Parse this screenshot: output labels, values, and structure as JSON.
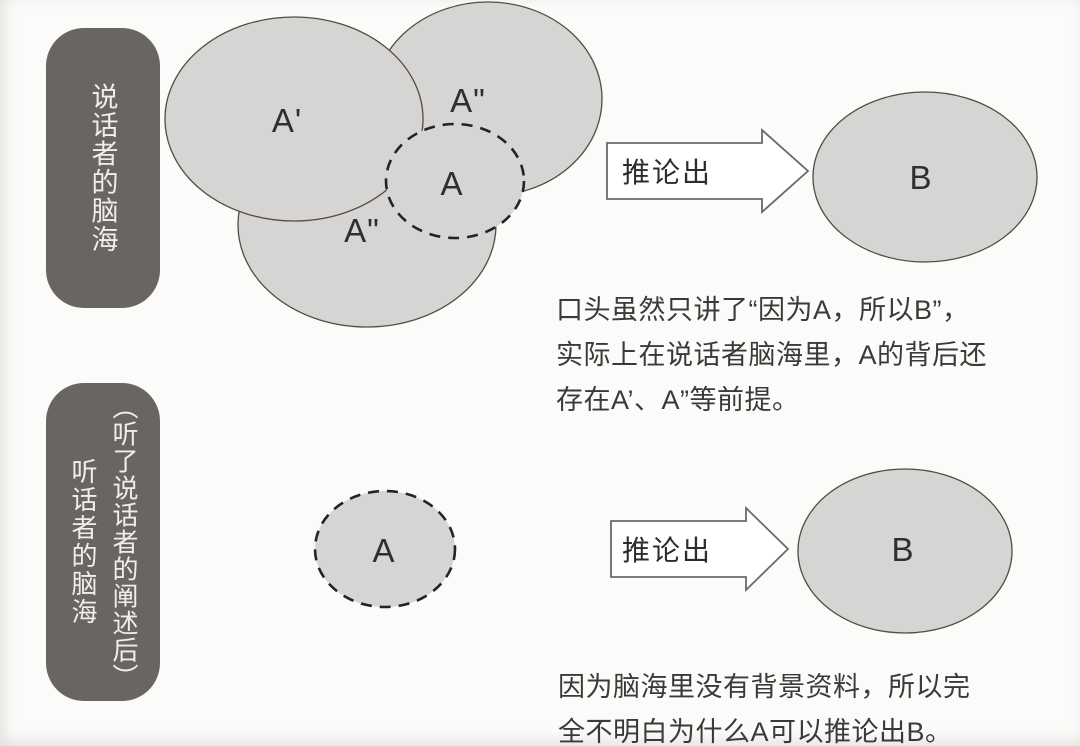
{
  "palette": {
    "background": "#fbfbf9",
    "ellipse_fill": "#d6d5d3",
    "ellipse_stroke": "#504c48",
    "dashed_stroke": "#232323",
    "pill_background": "#6b6561",
    "pill_text": "#f0eeec",
    "arrow_fill": "#ffffff",
    "arrow_stroke": "#6a6a6a",
    "caption_text": "#3b3a38"
  },
  "speaker_section": {
    "side_label": "说话者的脑海",
    "ellipse_labels": {
      "a_prime": "A'",
      "a_double_prime_top": "A\"",
      "a_double_prime_bottom": "A\"",
      "a": "A",
      "b": "B"
    },
    "arrow_label": "推论出",
    "caption_lines": [
      "口头虽然只讲了“因为A，所以B”，",
      "实际上在说话者脑海里，A的背后还",
      "存在A’、A”等前提。"
    ]
  },
  "listener_section": {
    "side_label_qualifier": "（听了说话者的阐述后）",
    "side_label": "听话者的脑海",
    "ellipse_labels": {
      "a": "A",
      "b": "B"
    },
    "arrow_label": "推论出",
    "caption_lines": [
      "因为脑海里没有背景资料，所以完",
      "全不明白为什么A可以推论出B。"
    ]
  }
}
